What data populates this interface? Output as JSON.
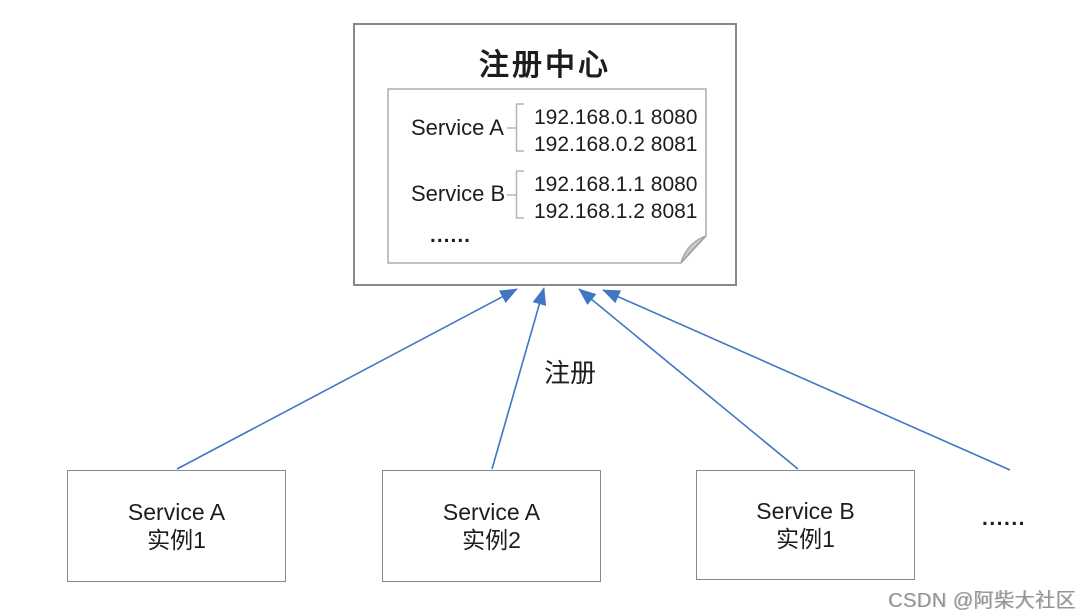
{
  "colors": {
    "arrow": "#4176c4",
    "border": "#87898c",
    "inner_border": "#aaacae",
    "bracket": "#b3b5b8",
    "text": "#1d1d1f",
    "fold": "#c9c9c9",
    "watermark": "#939598",
    "bg": "#ffffff"
  },
  "registry": {
    "title": "注册中心",
    "entries": [
      {
        "service": "Service A",
        "instances_joined": "192.168.0.1 8080\n192.168.0.2 8081",
        "instances": [
          "192.168.0.1 8080",
          "192.168.0.2 8081"
        ]
      },
      {
        "service": "Service B",
        "instances_joined": "192.168.1.1 8080\n192.168.1.2 8081",
        "instances": [
          "192.168.1.1 8080",
          "192.168.1.2 8081"
        ]
      }
    ],
    "ellipsis": "......"
  },
  "edge_label": "注册",
  "nodes": [
    {
      "line1": "Service A",
      "line2": "实例1"
    },
    {
      "line1": "Service A",
      "line2": "实例2"
    },
    {
      "line1": "Service B",
      "line2": "实例1"
    }
  ],
  "more_nodes_ellipsis": "......",
  "watermark": "CSDN @阿柴大社区"
}
